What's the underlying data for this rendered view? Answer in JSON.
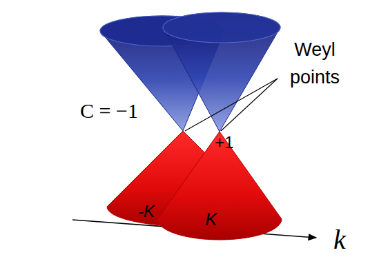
{
  "diagram": {
    "labels": [
      "C = −1",
      "+1",
      "Weyl points",
      "-K",
      "K",
      "k"
    ]
  }
}
